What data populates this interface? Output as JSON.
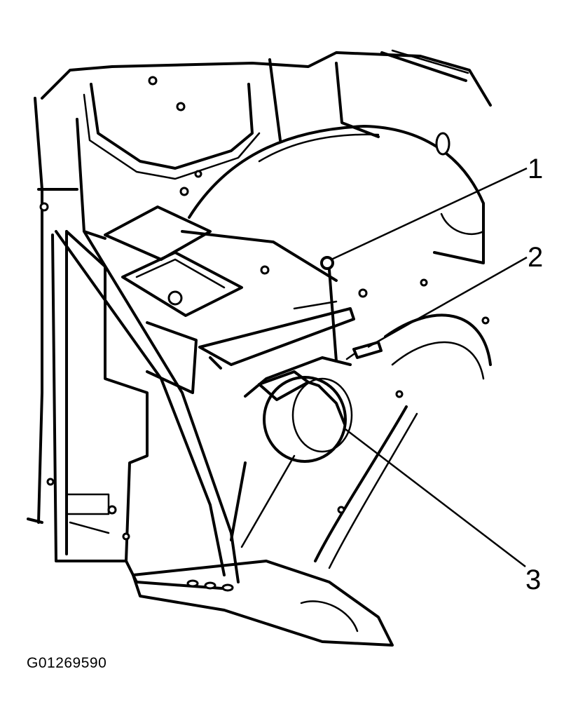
{
  "figure": {
    "id": "G01269590",
    "callouts": [
      {
        "number": "1",
        "part": "bolt"
      },
      {
        "number": "2",
        "part": "electrical-connector"
      },
      {
        "number": "3",
        "part": "horn"
      }
    ]
  }
}
